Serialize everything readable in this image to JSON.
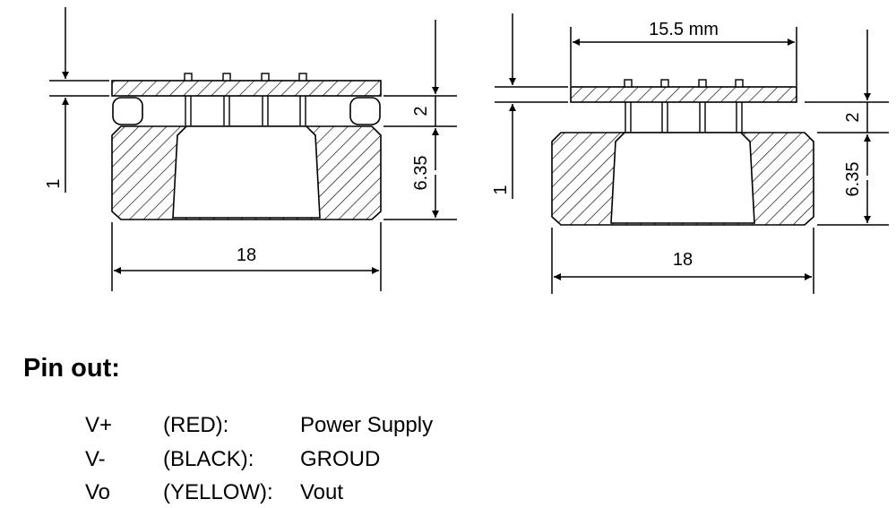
{
  "diagram": {
    "left_view": {
      "dim_top": "1",
      "dim_right_top": "2",
      "dim_right_bottom": "6.35",
      "dim_bottom": "18"
    },
    "right_view": {
      "dim_width": "15.5 mm",
      "dim_top": "1",
      "dim_right_top": "2",
      "dim_right_bottom": "6.35",
      "dim_bottom": "18"
    }
  },
  "pinout": {
    "title": "Pin out:",
    "rows": [
      {
        "pin": "V+",
        "color": "(RED):",
        "function": "Power Supply"
      },
      {
        "pin": "V-",
        "color": "(BLACK):",
        "function": "GROUD"
      },
      {
        "pin": "Vo",
        "color": "(YELLOW):",
        "function": "Vout"
      }
    ]
  }
}
